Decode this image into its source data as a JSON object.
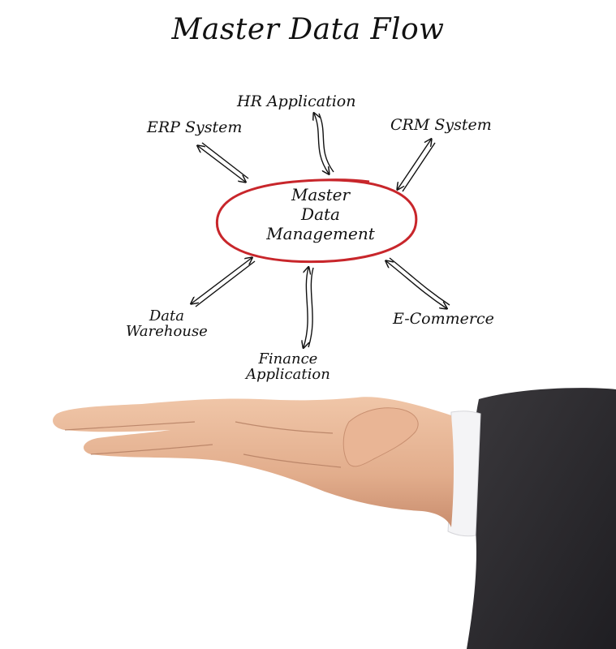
{
  "diagram": {
    "title": "Master Data Flow",
    "center": {
      "line1": "Master",
      "line2": "Data",
      "line3": "Management"
    },
    "nodes": {
      "hr": "HR Application",
      "erp": "ERP System",
      "crm": "CRM System",
      "data_warehouse_line1": "Data",
      "data_warehouse_line2": "Warehouse",
      "finance_line1": "Finance",
      "finance_line2": "Application",
      "ecommerce": "E-Commerce"
    }
  },
  "colors": {
    "ellipse": "#c8262b",
    "ink": "#111111",
    "skin": "#e8b898",
    "sleeve": "#2e2c30",
    "cuff": "#f4f4f6"
  }
}
